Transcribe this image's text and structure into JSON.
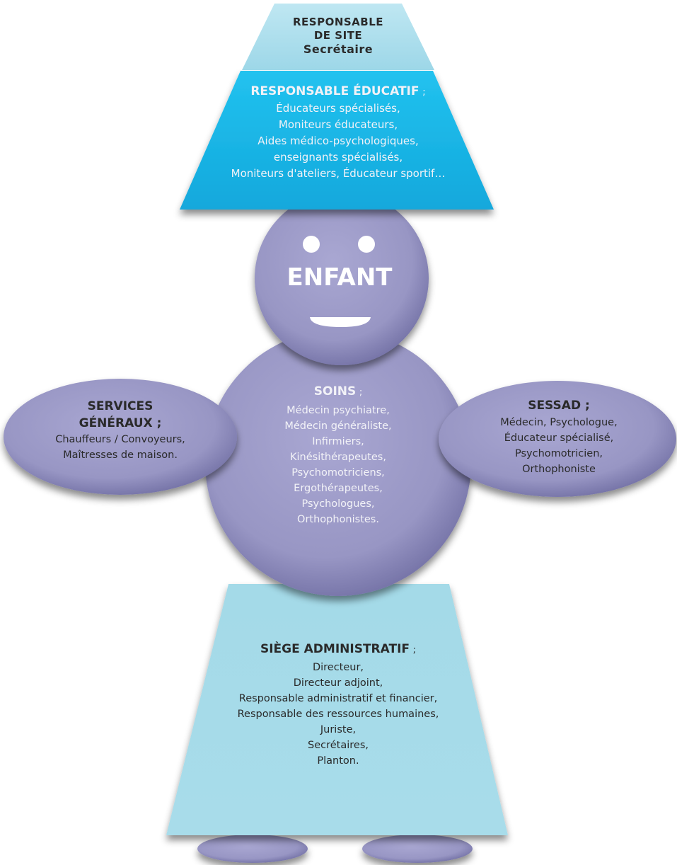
{
  "responsable_site": {
    "line1": "RESPONSABLE",
    "line2": "DE SITE",
    "line3": "Secrétaire"
  },
  "responsable_educatif": {
    "title": "RESPONSABLE ÉDUCATIF",
    "sep": ";",
    "items": [
      "Éducateurs spécialisés,",
      "Moniteurs éducateurs,",
      "Aides médico-psychologiques,",
      "enseignants spécialisés,",
      "Moniteurs d'ateliers, Éducateur sportif…"
    ]
  },
  "enfant": {
    "label": "ENFANT"
  },
  "soins": {
    "title": "SOINS",
    "sep": ";",
    "items": [
      "Médecin psychiatre,",
      "Médecin généraliste,",
      "Infirmiers,",
      "Kinésithérapeutes,",
      "Psychomotriciens,",
      "Ergothérapeutes,",
      "Psychologues,",
      "Orthophonistes."
    ]
  },
  "services_generaux": {
    "title1": "SERVICES",
    "title2": "GÉNÉRAUX ;",
    "items": [
      "Chauffeurs / Convoyeurs,",
      "Maîtresses de maison."
    ]
  },
  "sessad": {
    "title": "SESSAD ;",
    "items": [
      "Médecin, Psychologue,",
      "Éducateur spécialisé,",
      "Psychomotricien,",
      "Orthophoniste"
    ]
  },
  "siege": {
    "title": "SIÈGE ADMINISTRATIF",
    "sep": ";",
    "items": [
      "Directeur,",
      "Directeur adjoint,",
      "Responsable administratif et financier,",
      "Responsable des ressources humaines,",
      "Juriste,",
      "Secrétaires,",
      "Planton."
    ]
  },
  "colors": {
    "purple": "#9896c4",
    "purple_dark": "#7674a8",
    "cyan": "#1cb9e9",
    "cyan_light": "#a8dbea",
    "text_dark": "#2a2a2a",
    "text_light": "#f2f2f7"
  }
}
